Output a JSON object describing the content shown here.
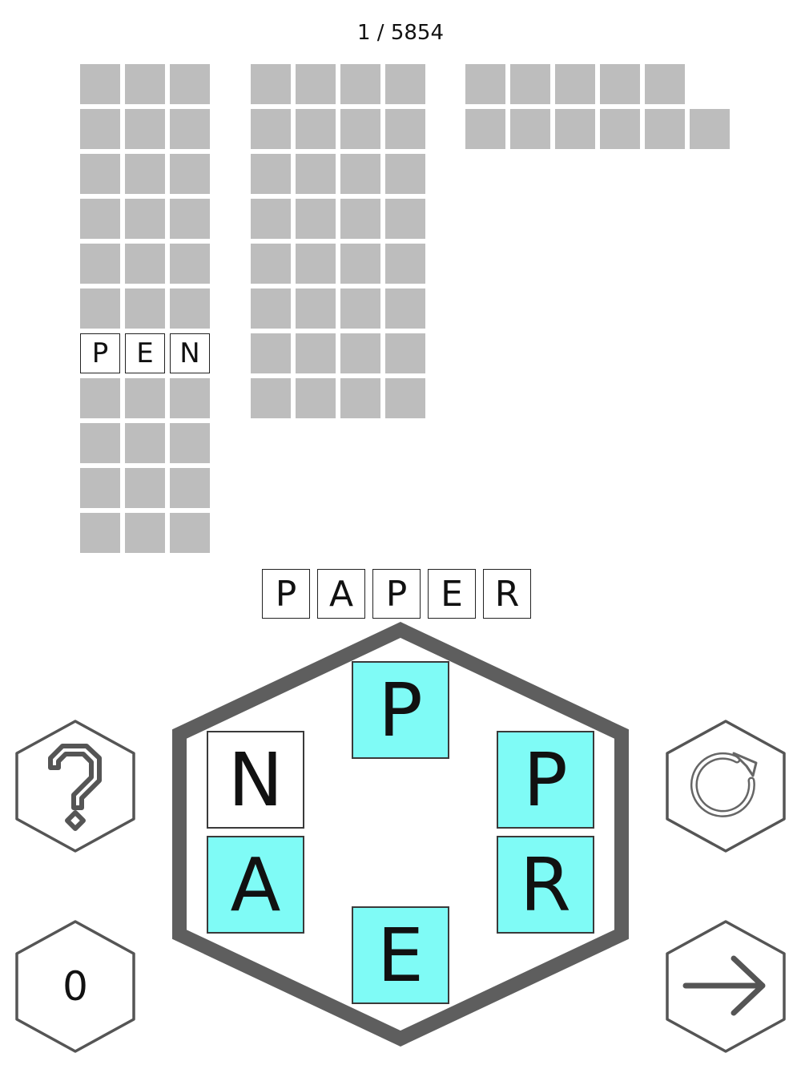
{
  "header": {
    "level_counter": "1 / 5854"
  },
  "grids": {
    "three_letter": {
      "rows": [
        [
          "",
          "",
          ""
        ],
        [
          "",
          "",
          ""
        ],
        [
          "",
          "",
          ""
        ],
        [
          "",
          "",
          ""
        ],
        [
          "",
          "",
          ""
        ],
        [
          "",
          "",
          ""
        ],
        [
          "P",
          "E",
          "N"
        ],
        [
          "",
          "",
          ""
        ],
        [
          "",
          "",
          ""
        ],
        [
          "",
          "",
          ""
        ],
        [
          "",
          "",
          ""
        ]
      ]
    },
    "four_letter": {
      "rows": [
        [
          "",
          "",
          "",
          ""
        ],
        [
          "",
          "",
          "",
          ""
        ],
        [
          "",
          "",
          "",
          ""
        ],
        [
          "",
          "",
          "",
          ""
        ],
        [
          "",
          "",
          "",
          ""
        ],
        [
          "",
          "",
          "",
          ""
        ],
        [
          "",
          "",
          "",
          ""
        ],
        [
          "",
          "",
          "",
          ""
        ]
      ]
    },
    "long_words": {
      "rows": [
        [
          "",
          "",
          "",
          "",
          ""
        ],
        [
          "",
          "",
          "",
          "",
          "",
          ""
        ]
      ]
    }
  },
  "current_word": [
    "P",
    "A",
    "P",
    "E",
    "R"
  ],
  "wheel": {
    "tiles": [
      {
        "letter": "P",
        "position": "top",
        "active": true
      },
      {
        "letter": "N",
        "position": "upper-left",
        "active": false
      },
      {
        "letter": "P",
        "position": "upper-right",
        "active": true
      },
      {
        "letter": "A",
        "position": "lower-left",
        "active": true
      },
      {
        "letter": "R",
        "position": "lower-right",
        "active": true
      },
      {
        "letter": "E",
        "position": "bottom",
        "active": true
      }
    ]
  },
  "buttons": {
    "hint": {
      "icon": "question-mark-icon"
    },
    "shuffle": {
      "icon": "rotate-arrow-icon"
    },
    "score": {
      "label": "0"
    },
    "next": {
      "icon": "arrow-right-icon"
    }
  },
  "colors": {
    "active_tile": "#7ffbf6",
    "empty_cell": "#bdbdbd",
    "hexagon_frame": "#5e5e5e"
  }
}
